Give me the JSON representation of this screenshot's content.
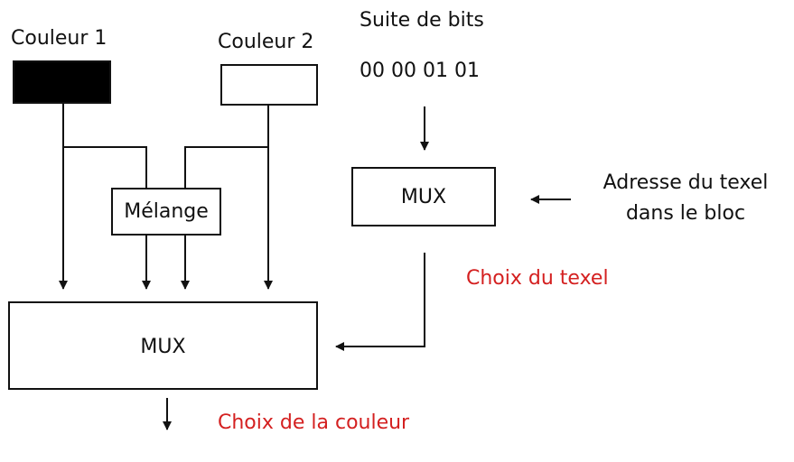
{
  "labels": {
    "color1": "Couleur 1",
    "color2": "Couleur 2",
    "bits_title": "Suite de bits",
    "bits_value": "00 00 01 01",
    "blend": "Mélange",
    "mux_small": "MUX",
    "mux_big": "MUX",
    "address_line1": "Adresse du texel",
    "address_line2": "dans le bloc",
    "texel_choice": "Choix du texel",
    "color_choice": "Choix de la couleur"
  },
  "colors": {
    "stroke": "#111111",
    "color1_fill": "#000000",
    "color2_fill": "#ffffff",
    "accent_text": "#d42020"
  }
}
